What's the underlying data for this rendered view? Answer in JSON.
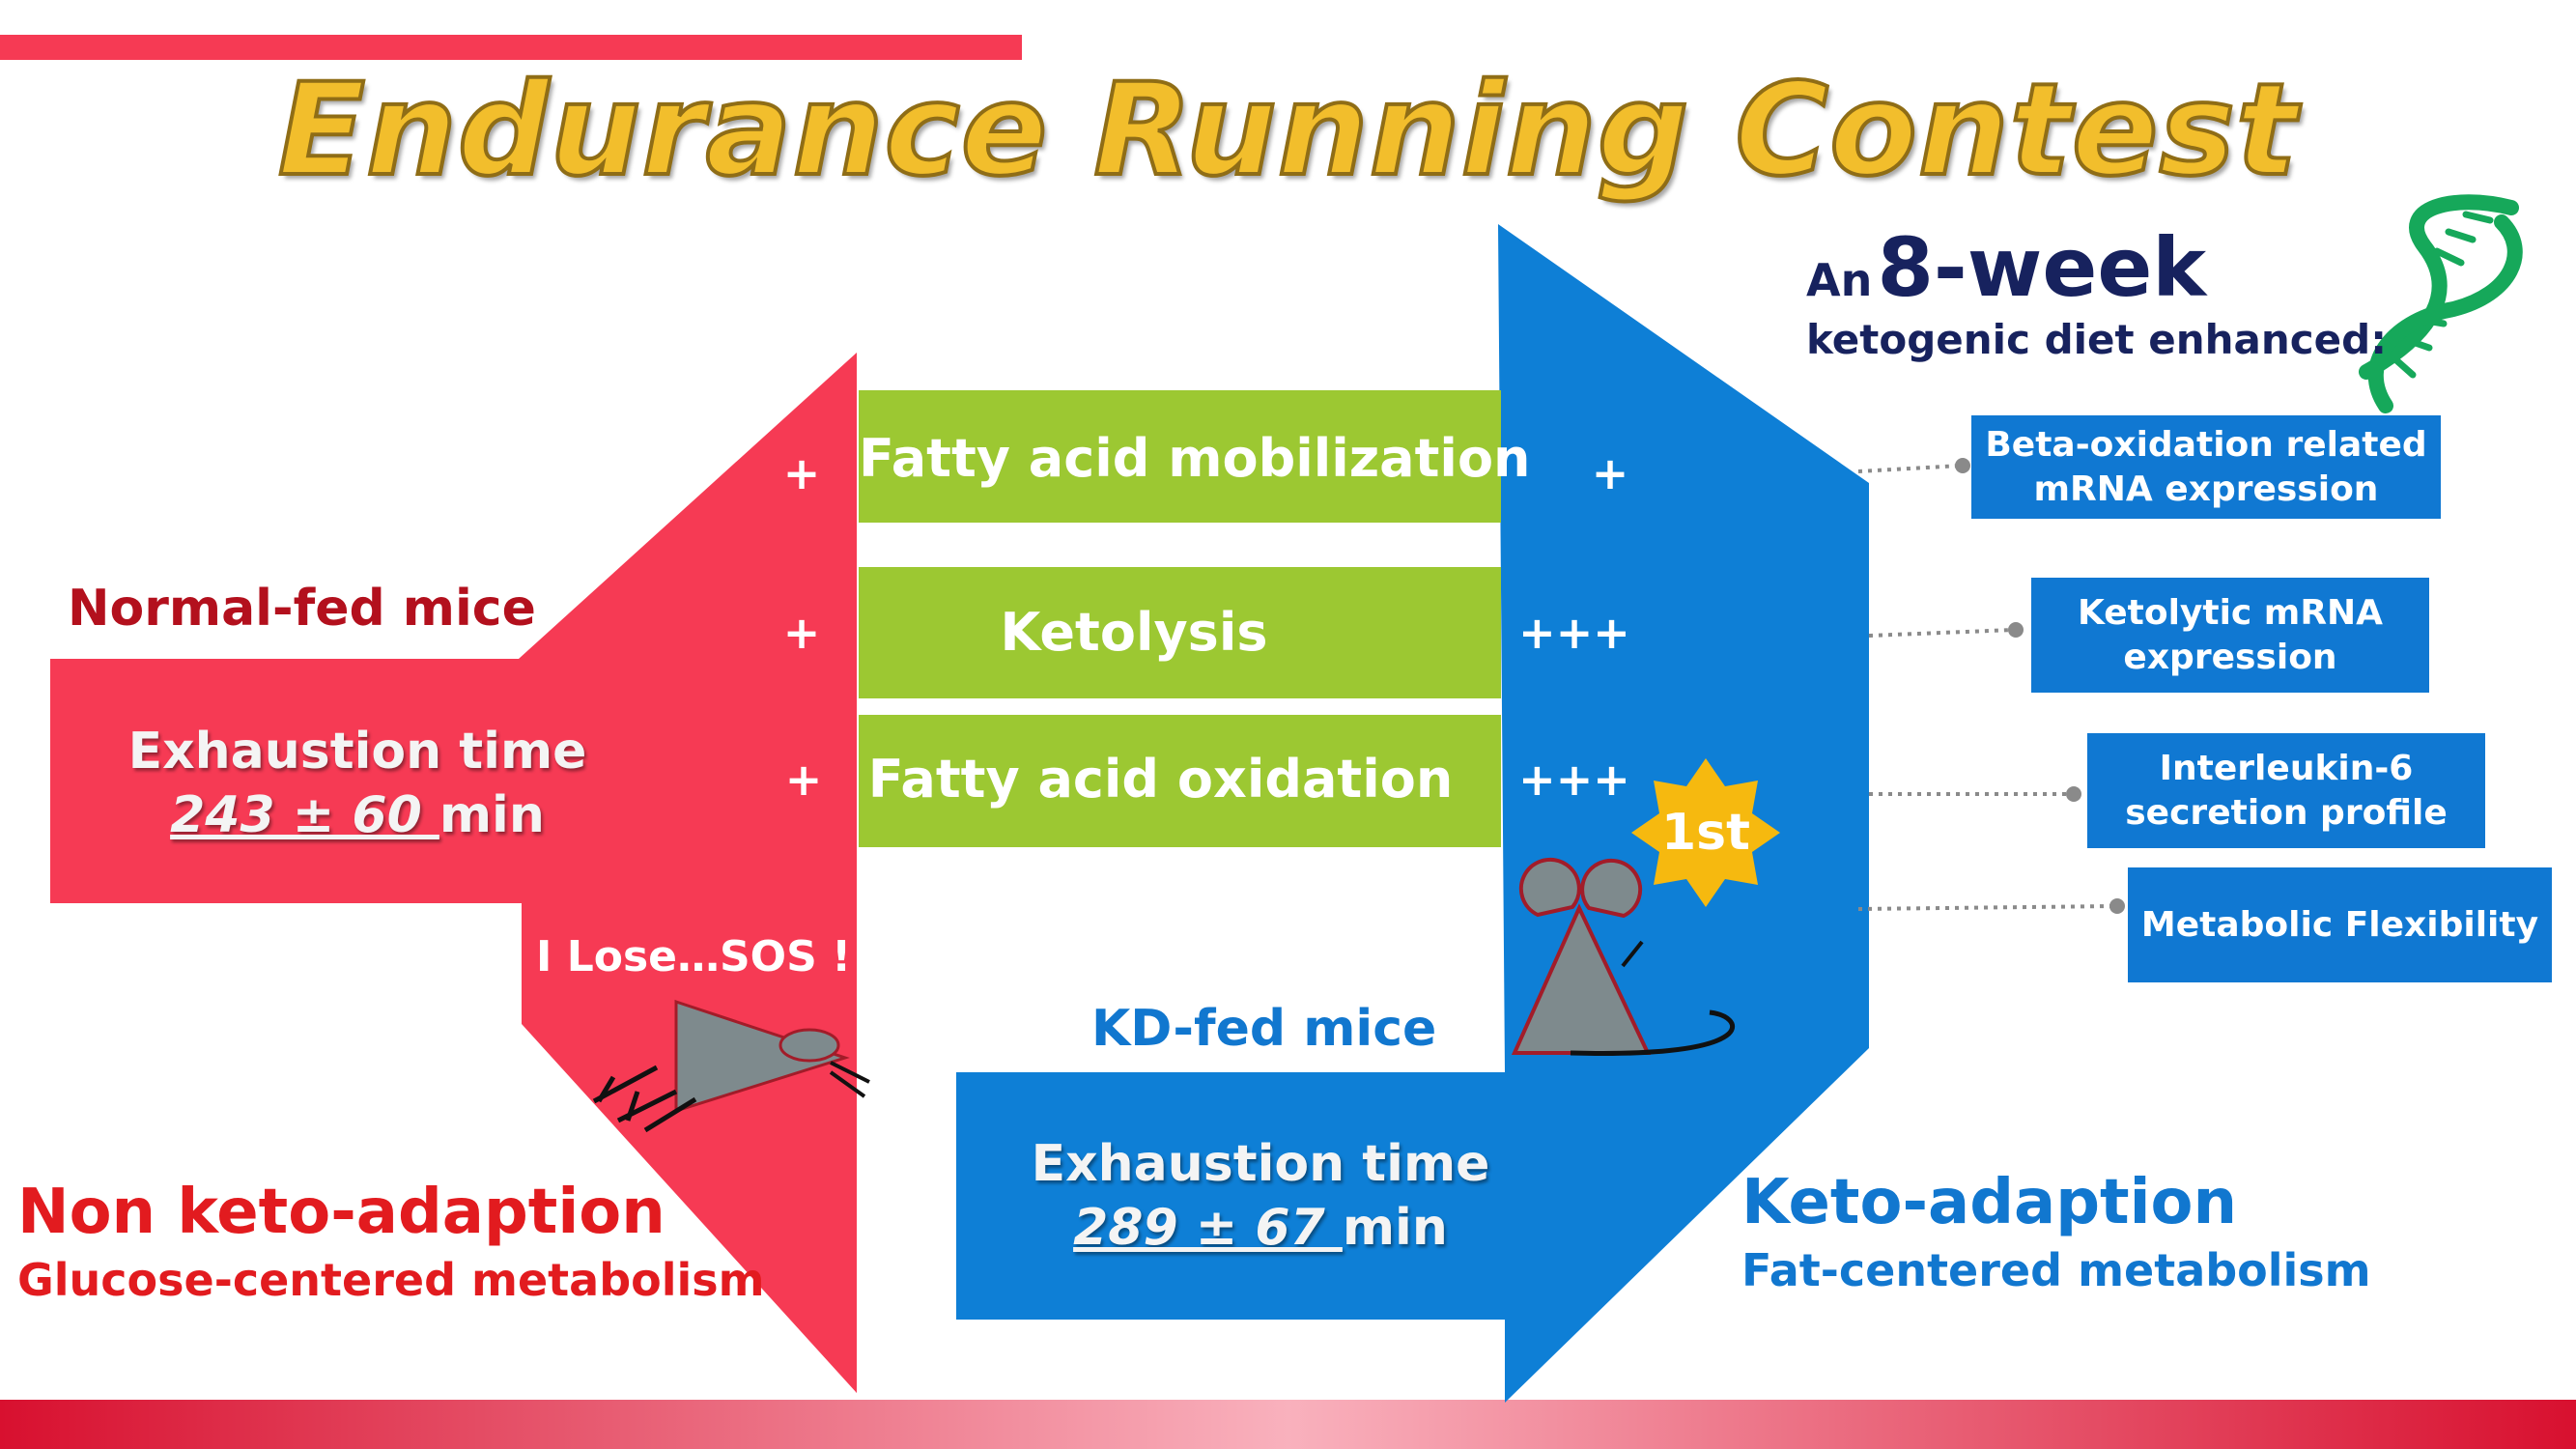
{
  "title": "Endurance Running Contest",
  "colors": {
    "red": "#f63a54",
    "blue": "#0e7fd6",
    "green": "#9cc832",
    "gold": "#f2be2c",
    "navy": "#17225e",
    "dark_red": "#b3101d"
  },
  "pathways": [
    {
      "label": "Fatty acid mobilization",
      "normal": "+",
      "kd": "+"
    },
    {
      "label": "Ketolysis",
      "normal": "+",
      "kd": "+++"
    },
    {
      "label": "Fatty acid oxidation",
      "normal": "+",
      "kd": "+++"
    }
  ],
  "normal": {
    "label": "Normal-fed mice",
    "exhaustion_label": "Exhaustion time",
    "exhaustion_value": "243 ± 60 ",
    "exhaustion_unit": "min",
    "speech": "I Lose…SOS !",
    "adaption": "Non keto-adaption",
    "metabolism": "Glucose-centered metabolism"
  },
  "kd": {
    "label": "KD-fed mice",
    "exhaustion_label": "Exhaustion time",
    "exhaustion_value": "289 ± 67 ",
    "exhaustion_unit": "min",
    "badge": "1st",
    "adaption": "Keto-adaption",
    "metabolism": "Fat-centered metabolism"
  },
  "intro": {
    "prefix": "An",
    "highlight": "8-week",
    "line2": "ketogenic diet enhanced:"
  },
  "effects": [
    "Beta-oxidation related mRNA expression",
    "Ketolytic mRNA expression",
    "Interleukin-6 secretion profile",
    "Metabolic Flexibility"
  ],
  "icons": [
    "dna-icon",
    "mouse-icon",
    "star-badge-icon"
  ]
}
